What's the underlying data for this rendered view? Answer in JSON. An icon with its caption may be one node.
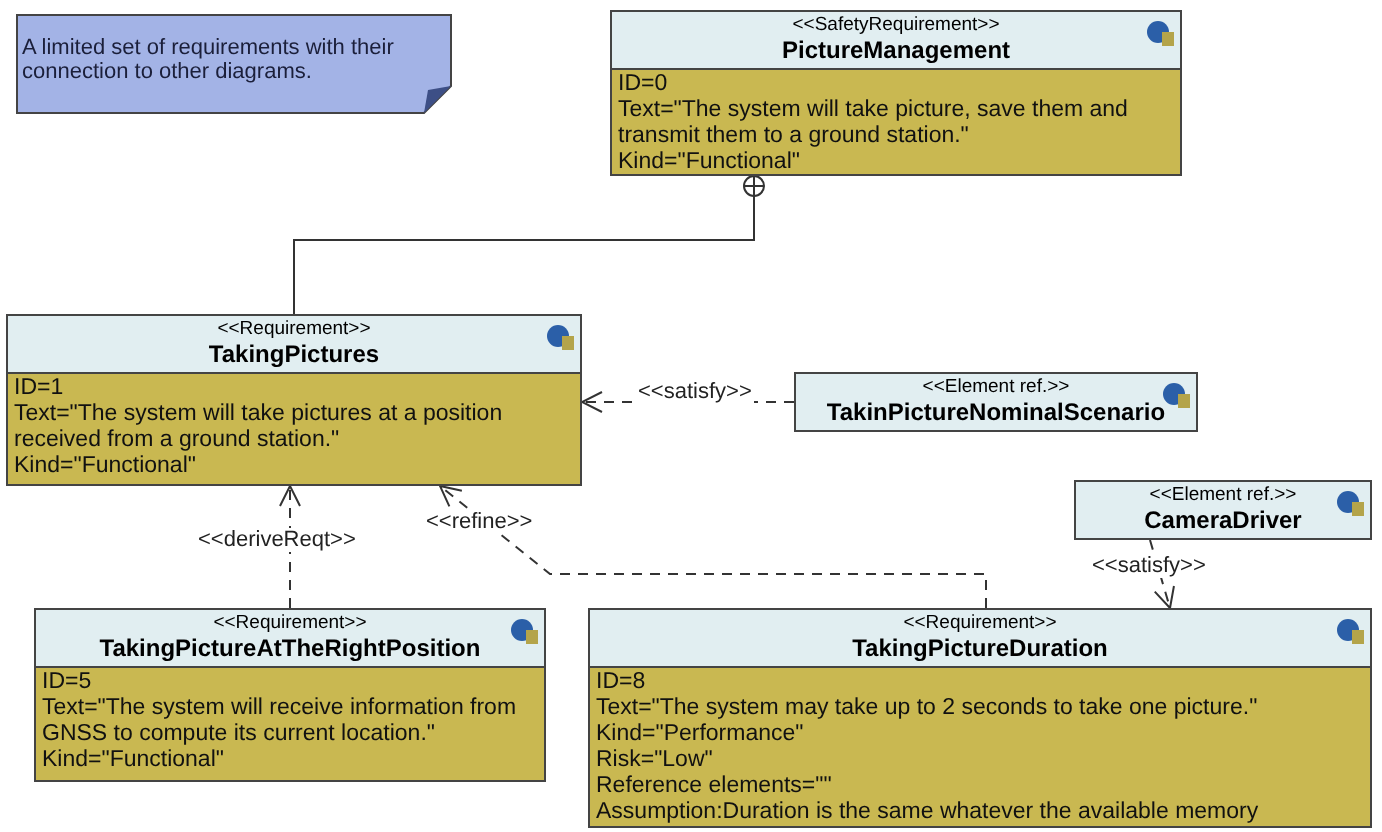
{
  "diagram": {
    "nodes": [
      {
        "text": [
          "A limited set of requirements with their connection to other diagrams."
        ]
      },
      {
        "text": [
          "<<SafetyRequirement>>",
          "PictureManagement",
          "ID=0",
          "Text=\"The system will take picture, save them and transmit them to a ground station.\"",
          "Kind=\"Functional\""
        ]
      },
      {
        "text": [
          "<<Requirement>>",
          "TakingPictures",
          "ID=1",
          "Text=\"The system will take pictures at a position received from a ground station.\"",
          "Kind=\"Functional\""
        ]
      },
      {
        "text": [
          "<<Element ref.>>",
          "TakinPictureNominalScenario"
        ]
      },
      {
        "text": [
          "<<Element ref.>>",
          "CameraDriver"
        ]
      },
      {
        "text": [
          "<<Requirement>>",
          "TakingPictureAtTheRightPosition",
          "ID=5",
          "Text=\"The system will receive information from GNSS to compute its current location.\"",
          "Kind=\"Functional\""
        ]
      },
      {
        "text": [
          "<<Requirement>>",
          "TakingPictureDuration",
          "ID=8",
          "Text=\"The system may take up to 2 seconds to take one picture.\"",
          "Kind=\"Performance\"",
          "Risk=\"Low\"",
          "Reference elements=\"\"",
          "Assumption:Duration is the same whatever the available memory"
        ]
      }
    ],
    "edges": [
      {
        "from": 2,
        "to": 1,
        "arrow": "other"
      },
      {
        "from": 3,
        "to": 2,
        "arrow": "to",
        "label": "<<satisfy>>",
        "style": "dashed"
      },
      {
        "from": 5,
        "to": 2,
        "arrow": "to",
        "label": "<<deriveReqt>>",
        "style": "dashed"
      },
      {
        "from": 6,
        "to": 2,
        "arrow": "to",
        "label": "<<refine>>",
        "style": "dashed"
      },
      {
        "from": 4,
        "to": 6,
        "arrow": "to",
        "label": "<<satisfy>>",
        "style": "dashed"
      }
    ]
  }
}
